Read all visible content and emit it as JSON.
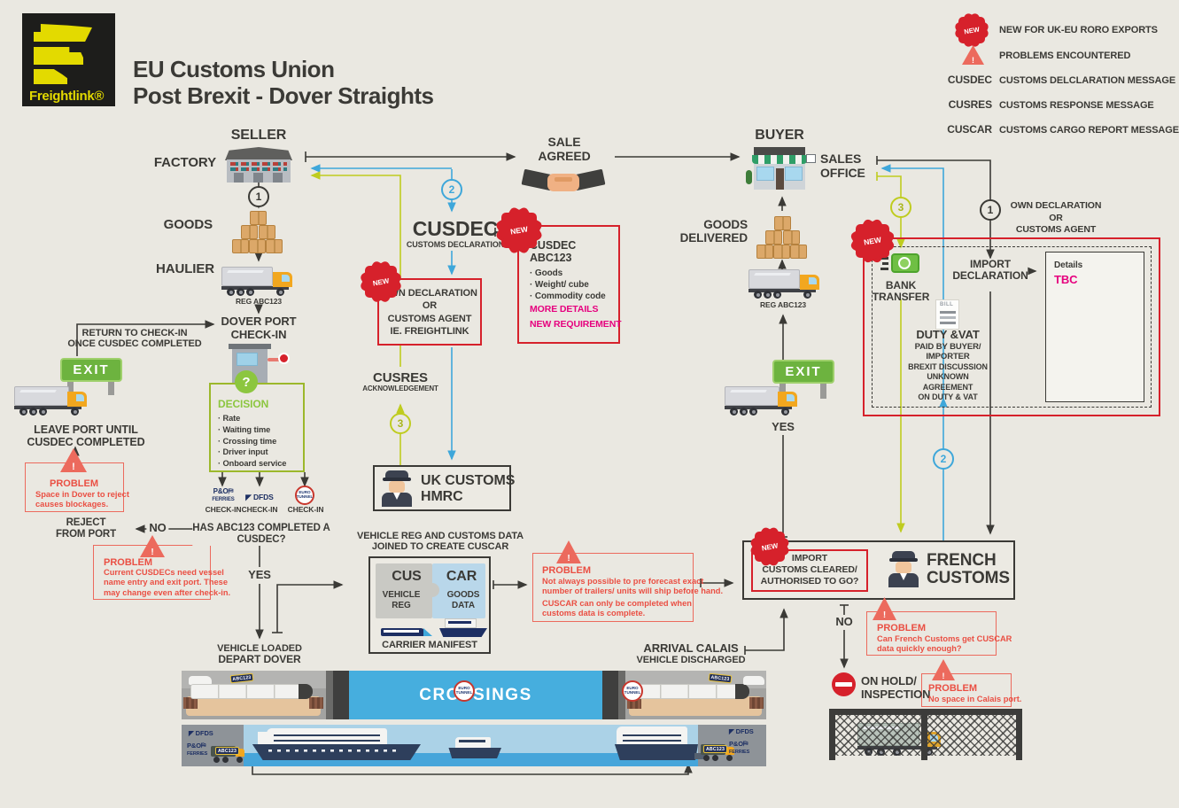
{
  "header": {
    "logo_brand": "Freightlink®",
    "title_line1": "EU Customs Union",
    "title_line2": "Post Brexit - Dover Straights"
  },
  "badge": {
    "new": "NEW",
    "problem_mark": "!"
  },
  "steps": {
    "one": "1",
    "two": "2",
    "three": "3"
  },
  "legend": {
    "rows": [
      {
        "label": "NEW FOR UK-EU RORO EXPORTS"
      },
      {
        "label": "PROBLEMS ENCOUNTERED"
      },
      {
        "key": "CUSDEC",
        "label": "CUSTOMS DELCLARATION MESSAGE"
      },
      {
        "key": "CUSRES",
        "label": "CUSTOMS RESPONSE MESSAGE"
      },
      {
        "key": "CUSCAR",
        "label": "CUSTOMS CARGO REPORT MESSAGE"
      }
    ]
  },
  "seller": {
    "title": "SELLER",
    "factory": "FACTORY",
    "goods": "GOODS",
    "haulier": "HAULIER",
    "reg": "REG ABC123",
    "checkin": "DOVER PORT\nCHECK-IN",
    "return_note": "RETURN TO CHECK-IN\nONCE CUSDEC COMPLETED",
    "exit": "EXIT",
    "leave_port": "LEAVE PORT UNTIL\nCUSDEC COMPLETED",
    "reject": "REJECT\nFROM PORT",
    "no": "NO",
    "yes": "YES",
    "question": "HAS ABC123 COMPLETED A\nCUSDEC?",
    "vehicle_loaded": "VEHICLE LOADED",
    "depart": "DEPART DOVER"
  },
  "decision": {
    "mark": "?",
    "title": "DECISION",
    "items_text": "· Rate\n· Waiting time\n· Crossing time\n· Driver input\n· Onboard service",
    "carrier1a": "P&O",
    "carrier1b": "FERRIES",
    "carrier1_label": "CHECK-IN",
    "carrier2a": "DFDS",
    "carrier2_label": "CHECK-IN",
    "carrier3_label": "CHECK-IN"
  },
  "problems": {
    "dover": {
      "title": "PROBLEM",
      "text": "Space in Dover to reject\ncauses blockages."
    },
    "cusdec": {
      "title": "PROBLEM",
      "text": "Current CUSDECs need vessel\nname entry and exit port. These\nmay change even after check-in."
    },
    "cuscar": {
      "title": "PROBLEM",
      "text1": "Not always possible to pre forecast exact\nnumber of trailers/ units will ship before hand.",
      "text2": "CUSCAR can only be completed when\ncustoms data is complete."
    },
    "french": {
      "title": "PROBLEM",
      "text": "Can French Customs get CUSCAR\ndata quickly enough?"
    },
    "calais": {
      "title": "PROBLEM",
      "text": "No space in Calais port."
    }
  },
  "middle": {
    "sale_agreed": "SALE\nAGREED",
    "cusdec": "CUSDEC",
    "cusdec_sub": "CUSTOMS DECLARATION",
    "own_decl": "OWN DECLARATION\nOR\nCUSTOMS AGENT\nIE. FREIGHTLINK",
    "cusdec_box_title": "CUSDEC\nABC123",
    "cusdec_box_items": "· Goods\n· Weight/ cube\n· Commodity code",
    "more_details": "MORE DETAILS",
    "new_requirement": "NEW REQUIREMENT",
    "cusres": "CUSRES",
    "cusres_sub": "ACKNOWLEDGEMENT",
    "uk_customs": "UK CUSTOMS\nHMRC",
    "cuscar_heading": "VEHICLE REG AND CUSTOMS DATA\nJOINED TO CREATE CUSCAR",
    "cus": "CUS",
    "car": "CAR",
    "vehicle_reg": "VEHICLE\nREG",
    "goods_data": "GOODS\nDATA",
    "carrier_manifest": "CARRIER MANIFEST"
  },
  "buyer": {
    "title": "BUYER",
    "sales_office": "SALES\nOFFICE",
    "goods_delivered": "GOODS\nDELIVERED",
    "reg": "REG ABC123",
    "exit": "EXIT",
    "yes": "YES",
    "own_decl": "OWN DECLARATION\nOR\nCUSTOMS AGENT",
    "bank_transfer": "BANK\nTRANSFER",
    "import_declaration": "IMPORT\nDECLARATION",
    "details_label": "Details",
    "details_value": "TBC",
    "bill": "BILL",
    "duty_title": "DUTY &VAT",
    "duty_sub": "PAID BY BUYER/\nIMPORTER",
    "duty_note": "BREXIT DISCUSSION\nUNKNOWN\nAGREEMENT\nON DUTY & VAT"
  },
  "french": {
    "cleared": "IMPORT\nCUSTOMS CLEARED/\nAUTHORISED TO GO?",
    "title": "FRENCH\nCUSTOMS",
    "no": "NO",
    "on_hold": "ON HOLD/\nINSPECTION"
  },
  "crossings": {
    "title": "CROSSINGS",
    "plate": "ABC123",
    "tunnel_logo": "EURO\nTUNNEL",
    "dfds": "DFDS",
    "po1": "P&O",
    "po2": "FERRIES",
    "arrival": "ARRIVAL CALAIS",
    "discharged": "VEHICLE DISCHARGED"
  },
  "colors": {
    "accent_red": "#d6212b",
    "accent_blue": "#3ea7da",
    "accent_green": "#bfcc1f",
    "magenta": "#e6007e",
    "exit_green": "#6db33f"
  }
}
